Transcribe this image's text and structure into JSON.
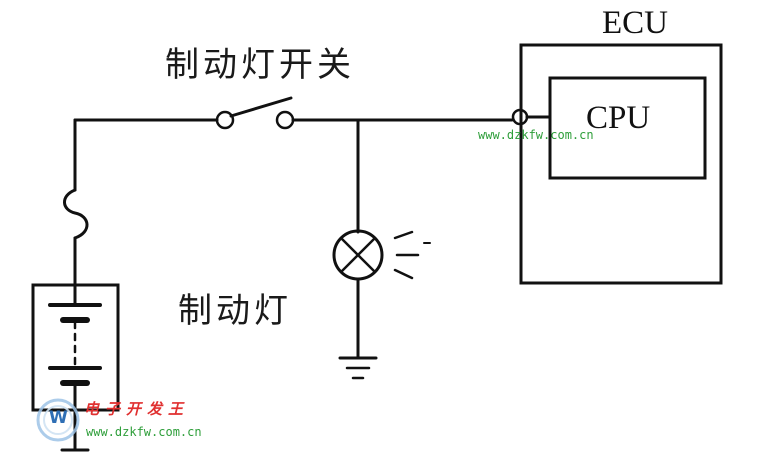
{
  "labels": {
    "brake_switch": "制动灯开关",
    "brake_lamp": "制动灯",
    "ecu": "ECU",
    "cpu": "CPU"
  },
  "watermark": {
    "site_top": "www.dzkfw.com.cn",
    "site_bottom": "www.dzkfw.com.cn",
    "title": "电子开发王",
    "logo_letter": "W"
  },
  "colors": {
    "line": "#111111",
    "watermark_text": "#2e9e3a",
    "watermark_title": "#e03030",
    "logo_ring": "#9ec3e6"
  }
}
